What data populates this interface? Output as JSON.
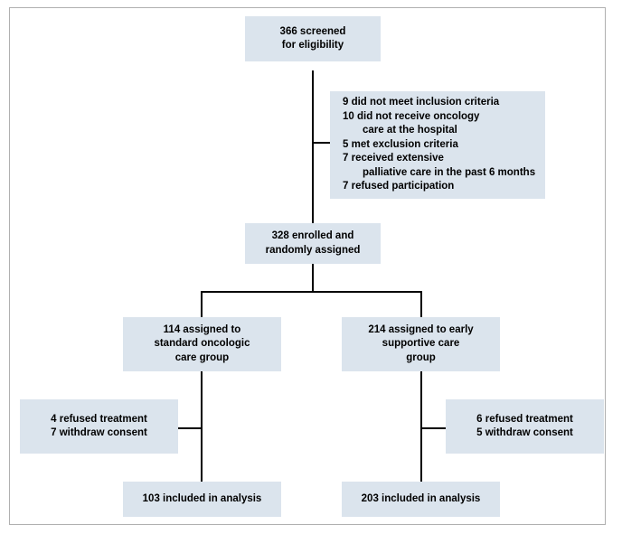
{
  "figure": {
    "type": "consort-flow-diagram",
    "title": "",
    "palette": {
      "box_fill": "#dbe4ed",
      "line": "#000000",
      "frame_border": "#b0b0b0",
      "text": "#000000",
      "background": "#ffffff"
    }
  },
  "nodes": {
    "screened": {
      "id": "screened",
      "label": "366 screened\nfor eligibility",
      "count": 366
    },
    "excluded": {
      "id": "excluded",
      "label": "9 did not meet inclusion criteria\n10 did not receive oncology",
      "line_1": "9 did not meet inclusion criteria",
      "line_2": "10 did not receive oncology",
      "line_3": "care at the hospital",
      "line_4": "5 met exclusion criteria",
      "line_5": "7 received extensive",
      "line_6": "palliative care in the past 6 months",
      "line_7": "7 refused participation"
    },
    "enrolled": {
      "id": "enrolled",
      "label": "328 enrolled and\nrandomly assigned",
      "count": 328
    },
    "arm_standard": {
      "id": "arm-standard",
      "label": "114 assigned to\nstandard oncologic\ncare group",
      "count": 114
    },
    "arm_supportive": {
      "id": "arm-supportive",
      "label": "214 assigned to early\nsupportive care\ngroup",
      "count": 214
    },
    "loss_standard": {
      "id": "loss-standard",
      "label": "4 refused treatment\n7 withdraw consent",
      "refused": 4,
      "withdrew": 7
    },
    "loss_supportive": {
      "id": "loss-supportive",
      "label": "6 refused treatment\n5 withdraw consent",
      "refused": 6,
      "withdrew": 5
    },
    "analysis_standard": {
      "id": "analysis-standard",
      "label": "103 included in analysis",
      "count": 103
    },
    "analysis_supportive": {
      "id": "analysis-supportive",
      "label": "203 included in analysis",
      "count": 203
    }
  }
}
